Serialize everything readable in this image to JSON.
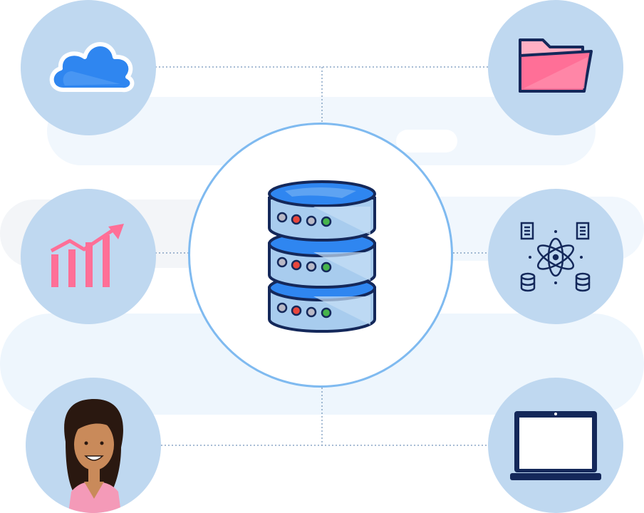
{
  "diagram": {
    "hub": {
      "icon": "database-server-icon"
    },
    "nodes": [
      {
        "id": "cloud",
        "icon": "cloud-icon",
        "accent": "#2f86f0"
      },
      {
        "id": "folder",
        "icon": "folder-icon",
        "accent": "#ff6f97"
      },
      {
        "id": "analytics",
        "icon": "rising-bar-chart-icon",
        "accent": "#ff6f97"
      },
      {
        "id": "data-science",
        "icon": "atom-data-icon",
        "accent": "#14285a"
      },
      {
        "id": "user",
        "icon": "woman-avatar-icon",
        "accent": "#c98a5a"
      },
      {
        "id": "laptop",
        "icon": "laptop-icon",
        "accent": "#14285a"
      }
    ],
    "colors": {
      "node_fill": "#bfd8f0",
      "hub_border": "#7fbaf0",
      "connector": "#4f78a8",
      "navy": "#14285a",
      "blue": "#2f86f0",
      "pink": "#ff6f97",
      "background_cloud": "#eef6fd"
    }
  }
}
